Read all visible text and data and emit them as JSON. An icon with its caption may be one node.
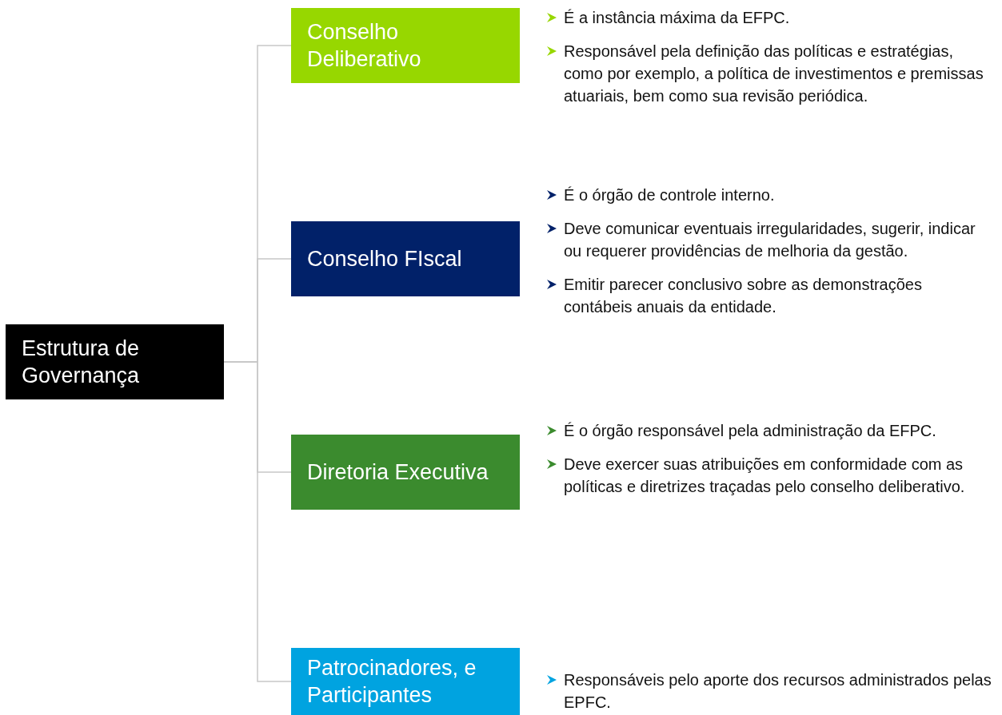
{
  "diagram": {
    "nodes": [
      {
        "text": [
          "Estrutura de Governança"
        ]
      },
      {
        "text": [
          "Conselho Deliberativo"
        ],
        "beside": [
          "É a instância máxima da EFPC.",
          "Responsável pela definição das políticas e estratégias, como por exemplo, a política de investimentos e premissas atuariais, bem como sua revisão periódica."
        ]
      },
      {
        "text": [
          "Conselho FIscal"
        ],
        "beside": [
          "É o órgão de controle interno.",
          "Deve comunicar eventuais irregularidades, sugerir, indicar ou requerer providências de melhoria da gestão.",
          "Emitir parecer conclusivo sobre as demonstrações contábeis anuais da entidade."
        ]
      },
      {
        "text": [
          "Diretoria Executiva"
        ],
        "beside": [
          "É o órgão responsável pela administração da EFPC.",
          "Deve exercer suas atribuições em conformidade com as políticas e diretrizes traçadas pelo conselho deliberativo."
        ]
      },
      {
        "text": [
          "Patrocinadores, e Participantes"
        ],
        "beside": [
          "Responsáveis pelo aporte dos recursos administrados pelas EPFC."
        ]
      }
    ],
    "edges": [
      {
        "from": 0,
        "to": 1,
        "arrow": "none"
      },
      {
        "from": 0,
        "to": 2,
        "arrow": "none"
      },
      {
        "from": 0,
        "to": 3,
        "arrow": "none"
      },
      {
        "from": 0,
        "to": 4,
        "arrow": "none"
      }
    ]
  }
}
